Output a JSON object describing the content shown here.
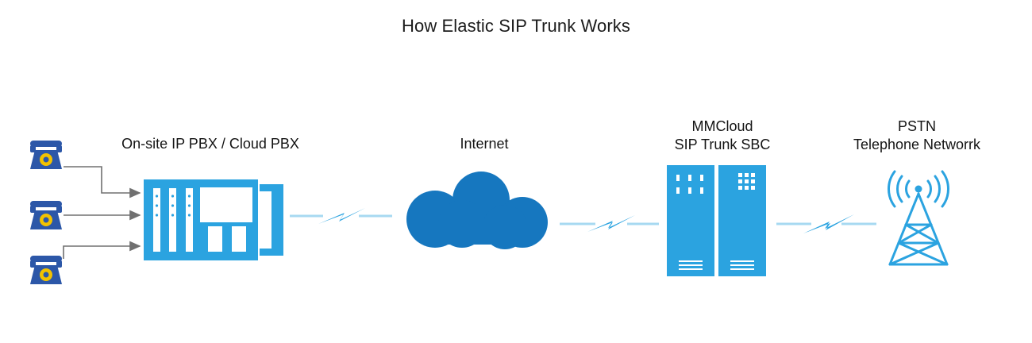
{
  "title": "How Elastic SIP Trunk Works",
  "nodes": {
    "pbx": {
      "label": "On-site IP PBX / Cloud PBX"
    },
    "internet": {
      "label": "Internet"
    },
    "sbc": {
      "label_line1": "MMCloud",
      "label_line2": "SIP Trunk SBC"
    },
    "pstn": {
      "label_line1": "PSTN",
      "label_line2": "Telephone Networrk"
    }
  },
  "icons": {
    "phone": "desk-phone-icon",
    "pbx": "pbx-appliance-icon",
    "cloud": "cloud-icon",
    "sbc": "server-rack-icon",
    "tower": "cell-tower-icon",
    "link": "lightning-link-icon"
  },
  "colors": {
    "primary_blue": "#2ba3e0",
    "light_blue": "#a7d9f1",
    "cloud_blue": "#1677bf",
    "phone_dark": "#2c57a8",
    "phone_yellow": "#f2c200",
    "connector_gray": "#707070"
  }
}
